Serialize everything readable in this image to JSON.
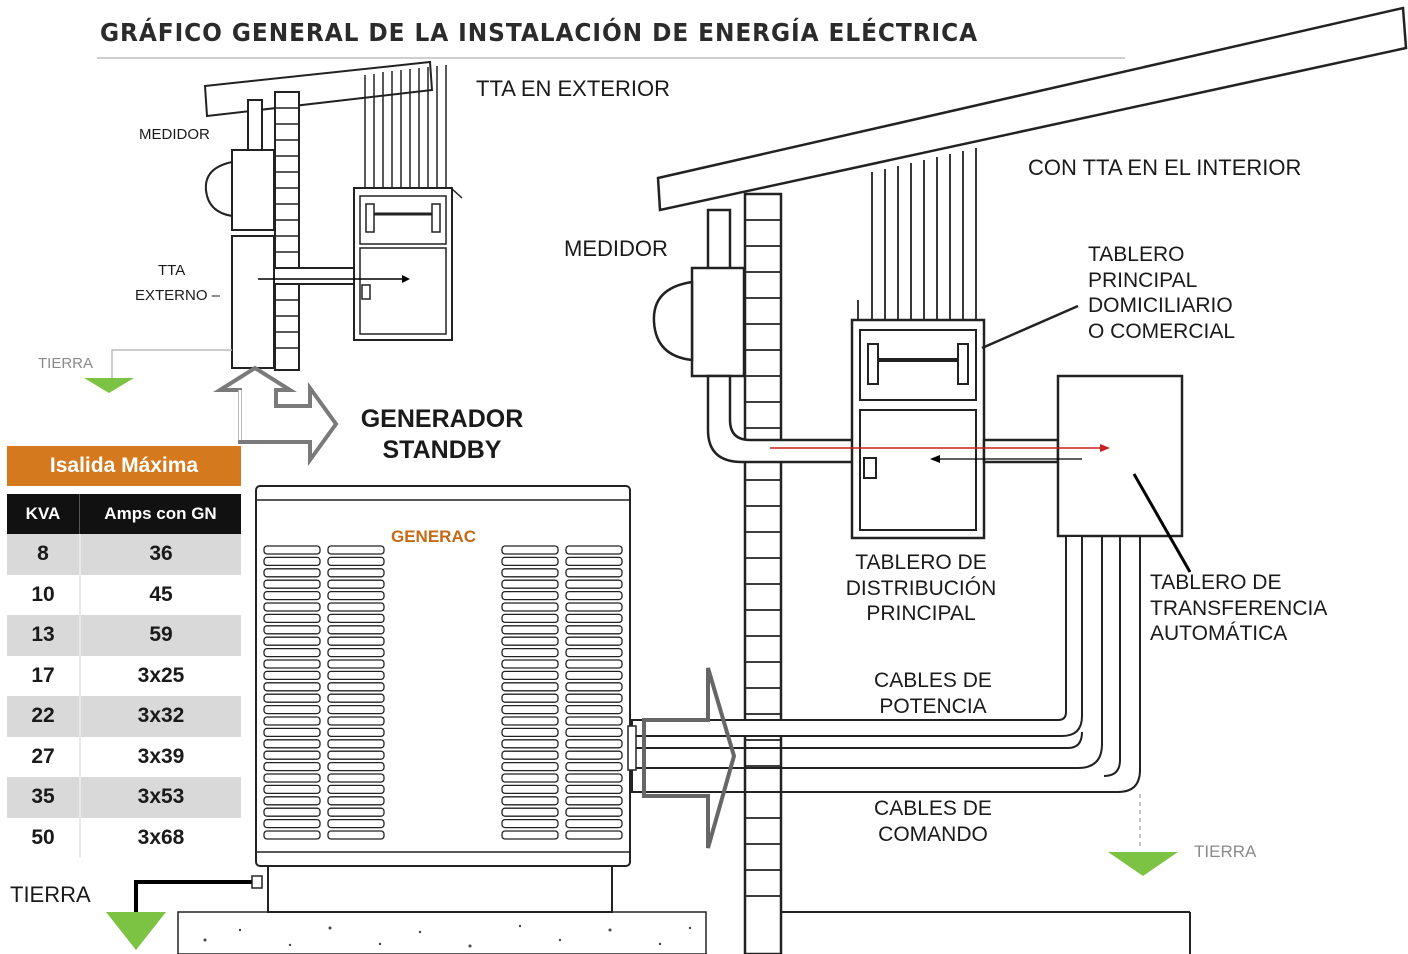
{
  "title": "GRÁFICO GENERAL DE LA INSTALACIÓN DE ENERGÍA ELÉCTRICA",
  "top_diagram": {
    "heading": "TTA EN EXTERIOR",
    "meter": "MEDIDOR",
    "tta_line1": "TTA",
    "tta_line2": "EXTERNO –",
    "ground": "TIERRA"
  },
  "generator": {
    "label_line1": "GENERADOR",
    "label_line2": "STANDBY",
    "brand": "GENERAC",
    "ground": "TIERRA"
  },
  "right_diagram": {
    "heading": "CON TTA EN EL INTERIOR",
    "meter": "MEDIDOR",
    "main_panel": [
      "TABLERO",
      "PRINCIPAL",
      "DOMICILIARIO",
      "O COMERCIAL"
    ],
    "distribution": [
      "TABLERO DE",
      "DISTRIBUCIÓN",
      "PRINCIPAL"
    ],
    "transfer": [
      "TABLERO DE",
      "TRANSFERENCIA",
      "AUTOMÁTICA"
    ],
    "power_cables": [
      "CABLES DE",
      "POTENCIA"
    ],
    "control_cables": [
      "CABLES DE",
      "COMANDO"
    ],
    "ground": "TIERRA"
  },
  "output_table": {
    "title": "Isalida Máxima",
    "headers": [
      "KVA",
      "Amps con GN"
    ],
    "rows": [
      [
        "8",
        "36"
      ],
      [
        "10",
        "45"
      ],
      [
        "13",
        "59"
      ],
      [
        "17",
        "3x25"
      ],
      [
        "22",
        "3x32"
      ],
      [
        "27",
        "3x39"
      ],
      [
        "35",
        "3x53"
      ],
      [
        "50",
        "3x68"
      ]
    ]
  },
  "colors": {
    "header_accent": "#d4791e",
    "ground_marker": "#7cc243",
    "flow_arrow_red": "#cc1f1f",
    "header_dark": "#111111"
  }
}
